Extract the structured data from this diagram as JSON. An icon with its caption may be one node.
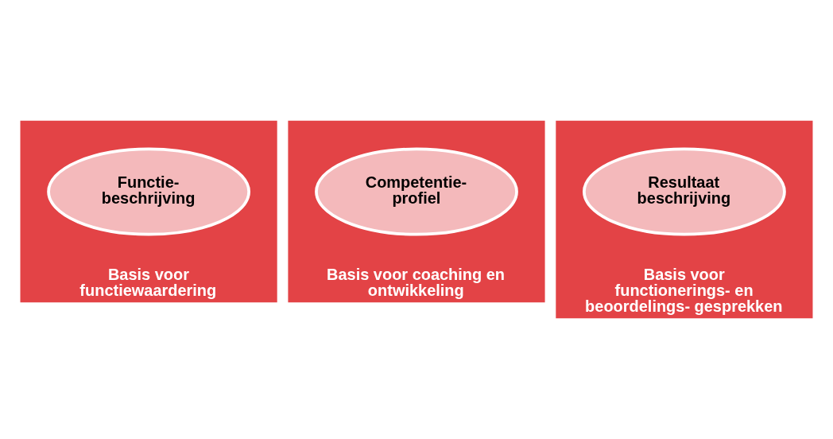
{
  "diagram": {
    "nodes": [
      {
        "text": [
          "Basis voor functiewaardering"
        ]
      },
      {
        "text": [
          "Functie- beschrijving"
        ],
        "in": 0
      },
      {
        "text": [
          "Basis voor coaching en ontwikkeling"
        ]
      },
      {
        "text": [
          "Competentie- profiel"
        ],
        "in": 2
      },
      {
        "text": [
          "Basis voor functionerings- en beoordelings- gesprekken"
        ]
      },
      {
        "text": [
          "Resultaat beschrijving"
        ],
        "in": 4
      }
    ]
  }
}
